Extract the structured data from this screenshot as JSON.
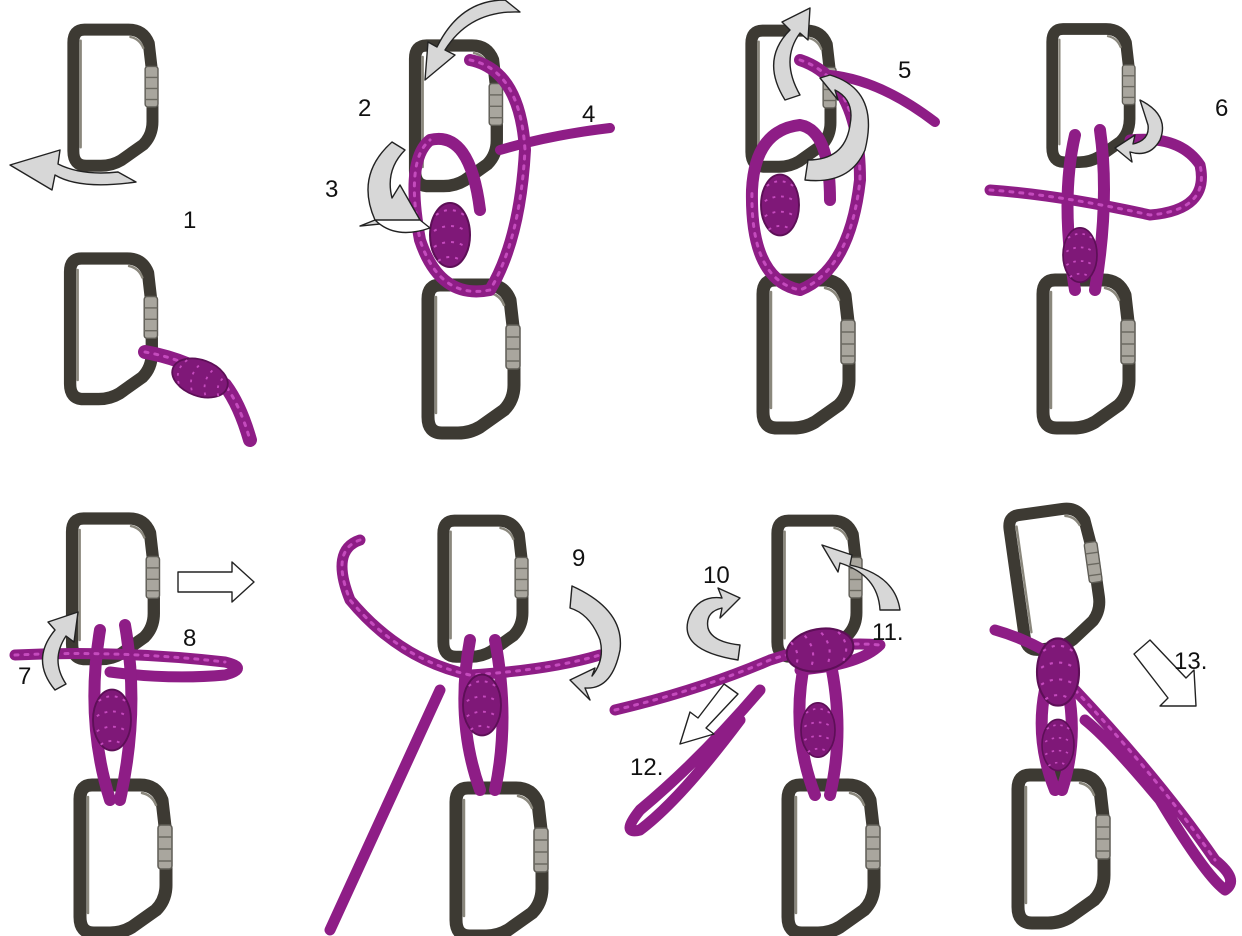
{
  "labels": {
    "step1": "1",
    "step2": "2",
    "step3": "3",
    "step4": "4",
    "step5": "5",
    "step6": "6",
    "step7": "7",
    "step8": "8",
    "step9": "9",
    "step10": "10",
    "step11": "11.",
    "step12": "12.",
    "step13": "13."
  },
  "colors": {
    "rope": "#8e1d86",
    "rope_fleck": "#c44bbd",
    "carabiner": "#3d3a33",
    "gate": "#a9a69e",
    "arrow_fill": "#ffffff",
    "arrow_shade": "#d7d7d7",
    "background": "#ffffff"
  },
  "panels": [
    {
      "id": "p1",
      "description_icon": "carabiner-icon"
    },
    {
      "id": "p2",
      "description_icon": "carabiner-icon"
    },
    {
      "id": "p3",
      "description_icon": "carabiner-icon"
    },
    {
      "id": "p4",
      "description_icon": "carabiner-icon"
    },
    {
      "id": "p5",
      "description_icon": "carabiner-icon"
    },
    {
      "id": "p6",
      "description_icon": "carabiner-icon"
    },
    {
      "id": "p7",
      "description_icon": "carabiner-icon"
    },
    {
      "id": "p8",
      "description_icon": "carabiner-icon"
    }
  ]
}
